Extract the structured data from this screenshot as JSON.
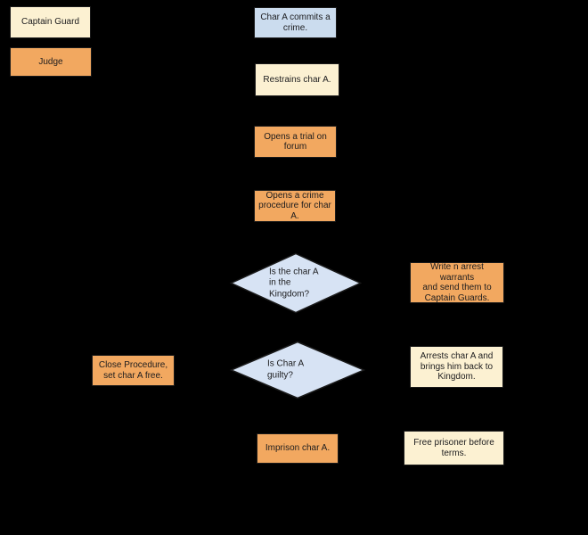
{
  "diagram": {
    "type": "flowchart",
    "background_color": "#000000",
    "colors": {
      "captain_guard_fill": "#FCF1D2",
      "judge_fill": "#F2A860",
      "start_fill": "#CBDCEE",
      "decision_fill": "#D7E3F4",
      "border": "#1a1a1a",
      "text": "#1c1c1e"
    },
    "legend": {
      "captain_guard": {
        "label": "Captain Guard",
        "color": "#FCF1D2"
      },
      "judge": {
        "label": "Judge",
        "color": "#F2A860"
      }
    },
    "nodes": {
      "commits": {
        "label": "Char A commits a\ncrime.",
        "shape": "rect",
        "color": "#CBDCEE"
      },
      "restrains": {
        "label": "Restrains char A.",
        "shape": "rect",
        "color": "#FCF1D2"
      },
      "trial": {
        "label": "Opens a trial on\nforum",
        "shape": "rect",
        "color": "#F2A860"
      },
      "procedure": {
        "label": "Opens a crime\nprocedure for char\nA.",
        "shape": "rect",
        "color": "#F2A860"
      },
      "kingdom_check": {
        "label": "Is the char A\nin the\nKingdom?",
        "shape": "diamond",
        "color": "#D7E3F4"
      },
      "warrants": {
        "label": "Write n arrest warrants\nand send them to\nCaptain Guards.",
        "shape": "rect",
        "color": "#F2A860"
      },
      "guilty_check": {
        "label": "Is Char A\nguilty?",
        "shape": "diamond",
        "color": "#D7E3F4"
      },
      "close_procedure": {
        "label": "Close Procedure,\nset char A free.",
        "shape": "rect",
        "color": "#F2A860"
      },
      "arrests": {
        "label": "Arrests char A and\nbrings him back to\nKingdom.",
        "shape": "rect",
        "color": "#FCF1D2"
      },
      "imprison": {
        "label": "Imprison char A.",
        "shape": "rect",
        "color": "#F2A860"
      },
      "free_prisoner": {
        "label": "Free prisoner before\nterms.",
        "shape": "rect",
        "color": "#FCF1D2"
      }
    }
  }
}
